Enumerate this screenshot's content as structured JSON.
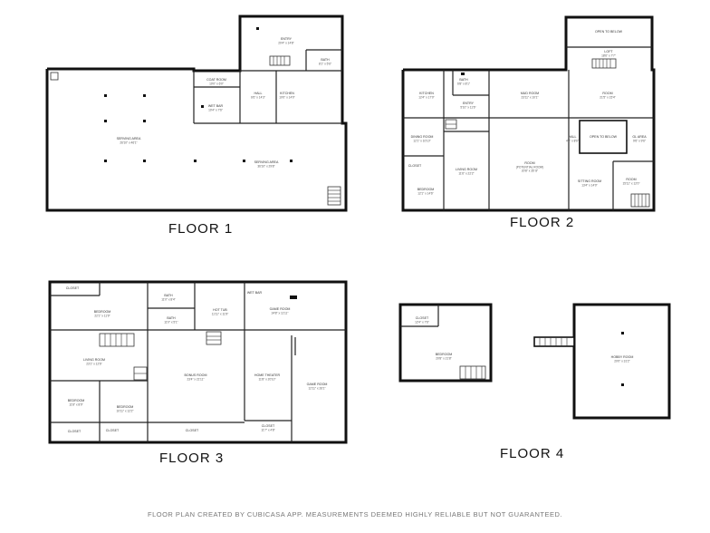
{
  "floors": [
    {
      "title": "FLOOR 1"
    },
    {
      "title": "FLOOR 2"
    },
    {
      "title": "FLOOR 3"
    },
    {
      "title": "FLOOR 4"
    }
  ],
  "rooms": [
    {
      "name": "ENTRY",
      "dims": "20'4\" x 14'8\""
    },
    {
      "name": "BATH",
      "dims": "8'1\" x 5'6\""
    },
    {
      "name": "COAT ROOM",
      "dims": "10'0\" x 6'0\""
    },
    {
      "name": "HALL",
      "dims": "6'6\" x 14'3\""
    },
    {
      "name": "KITCHEN",
      "dims": "10'0\" x 14'0\""
    },
    {
      "name": "WET BAR",
      "dims": "10'4\" x 7'6\""
    },
    {
      "name": "SERVING AREA",
      "dims": "26'10\" x 46'1\""
    },
    {
      "name": "SERVING AREA",
      "dims": "36'10\" x 29'8\""
    },
    {
      "name": "OPEN TO BELOW",
      "dims": ""
    },
    {
      "name": "LOFT",
      "dims": "18'6\" x 7'7\""
    },
    {
      "name": "KITCHEN",
      "dims": "12'4\" x 17'0\""
    },
    {
      "name": "BATH",
      "dims": "6'8\" x 8'1\""
    },
    {
      "name": "ENTRY",
      "dims": "5'10\" x 11'6\""
    },
    {
      "name": "MUD ROOM",
      "dims": "23'11\" x 10'1\""
    },
    {
      "name": "ROOM",
      "dims": "21'5\" x 15'4\""
    },
    {
      "name": "DINING ROOM",
      "dims": "12'1\" x 10'10\""
    },
    {
      "name": "CLOSET",
      "dims": ""
    },
    {
      "name": "BEDROOM",
      "dims": "12'1\" x 14'6\""
    },
    {
      "name": "LIVING ROOM",
      "dims": "11'6\" x 22'2\""
    },
    {
      "name": "ROOM",
      "dims": "(POTENTIAL ROOM)\n20'8\" x 35' 8\""
    },
    {
      "name": "HALL",
      "dims": "4'2\" x 8'6\""
    },
    {
      "name": "OPEN TO BELOW",
      "dims": ""
    },
    {
      "name": "GL AREA",
      "dims": "9'6\" x 9'6\""
    },
    {
      "name": "SITTING ROOM",
      "dims": "13'4\" x 14'0\""
    },
    {
      "name": "ROOM",
      "dims": "15'11\" x 12'0\""
    },
    {
      "name": "CLOSET",
      "dims": ""
    },
    {
      "name": "BEDROOM",
      "dims": "22'1\" x 11'9\""
    },
    {
      "name": "BATH",
      "dims": "11'0\" x 8'4\""
    },
    {
      "name": "BATH",
      "dims": "11'0\" x 5'1\""
    },
    {
      "name": "HOT TUB",
      "dims": "11'11\" x 11'9\""
    },
    {
      "name": "WET BAR",
      "dims": ""
    },
    {
      "name": "GAME ROOM",
      "dims": "24'8\" x 11'11\""
    },
    {
      "name": "LIVING ROOM",
      "dims": "23'1\" x 12'6\""
    },
    {
      "name": "BONUS ROOM",
      "dims": "23'4\" x 21'11\""
    },
    {
      "name": "HOME THEATER",
      "dims": "11'8\" x 20'10\""
    },
    {
      "name": "GAME ROOM",
      "dims": "12'11\" x 26'1\""
    },
    {
      "name": "BEDROOM",
      "dims": "11'8\" x 8'9\""
    },
    {
      "name": "BEDROOM",
      "dims": "10'11\" x 12'2\""
    },
    {
      "name": "CLOSET",
      "dims": ""
    },
    {
      "name": "CLOSET",
      "dims": ""
    },
    {
      "name": "CLOSET",
      "dims": ""
    },
    {
      "name": "CLOSET",
      "dims": "11'7\" x 4'8\""
    },
    {
      "name": "CLOSET",
      "dims": "12'4\" x 7'6\""
    },
    {
      "name": "BEDROOM",
      "dims": "20'8\" x 21'8\""
    },
    {
      "name": "HOBBY ROOM",
      "dims": "20'0\" x 31'2\""
    }
  ],
  "footer": "FLOOR PLAN CREATED BY CUBICASA APP. MEASUREMENTS DEEMED HIGHLY RELIABLE BUT NOT GUARANTEED."
}
